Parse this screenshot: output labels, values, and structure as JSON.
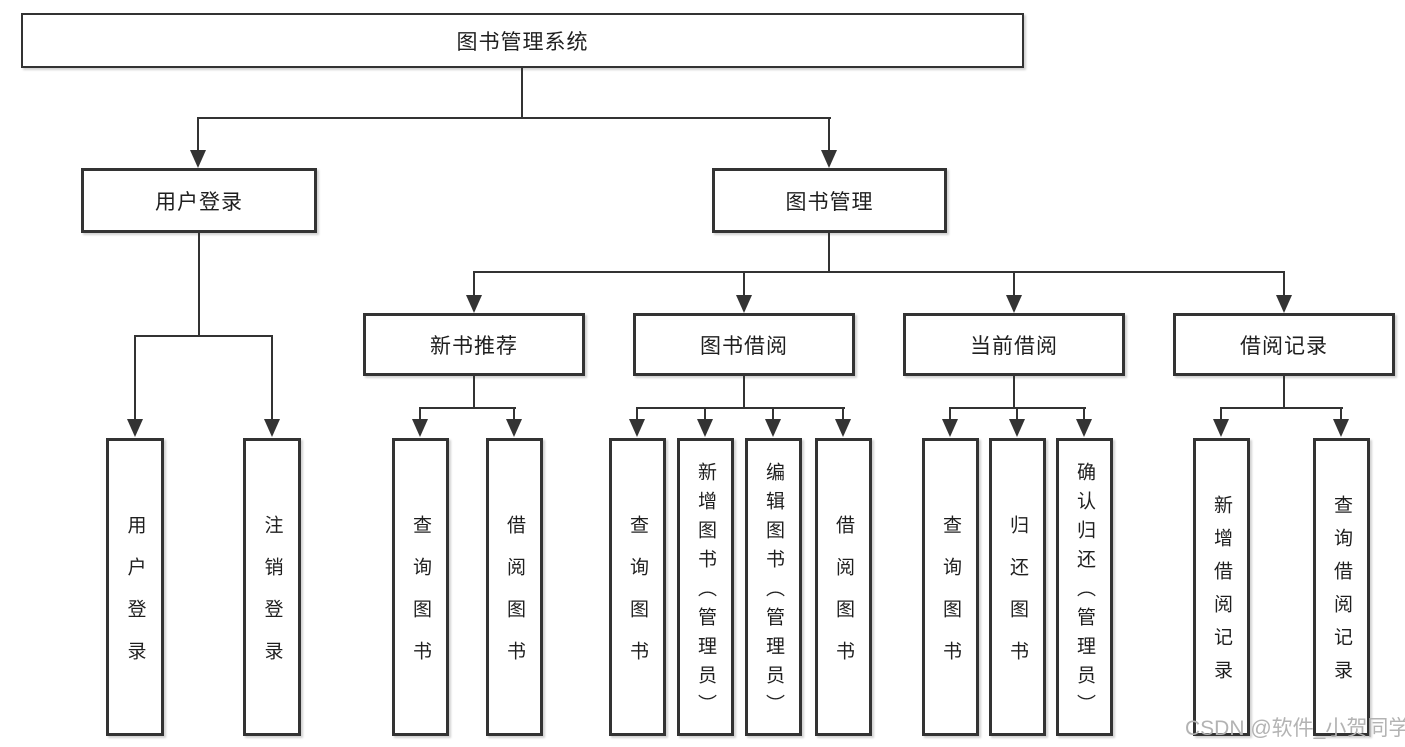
{
  "diagram": {
    "root": "图书管理系统",
    "user_login": {
      "label": "用户登录",
      "children": [
        "用户登录",
        "注销登录"
      ]
    },
    "book_mgmt": {
      "label": "图书管理",
      "sections": [
        {
          "label": "新书推荐",
          "children": [
            "查询图书",
            "借阅图书"
          ]
        },
        {
          "label": "图书借阅",
          "children": [
            "查询图书",
            "新增图书（管理员）",
            "编辑图书（管理员）",
            "借阅图书"
          ]
        },
        {
          "label": "当前借阅",
          "children": [
            "查询图书",
            "归还图书",
            "确认归还（管理员）"
          ]
        },
        {
          "label": "借阅记录",
          "children": [
            "新增借阅记录",
            "查询借阅记录"
          ]
        }
      ]
    },
    "watermark": "CSDN @软件_小贺同学",
    "colors": {
      "line": "#333333",
      "text": "#1f1f1f",
      "watermark": "#b3b3b3",
      "background": "#ffffff"
    }
  }
}
